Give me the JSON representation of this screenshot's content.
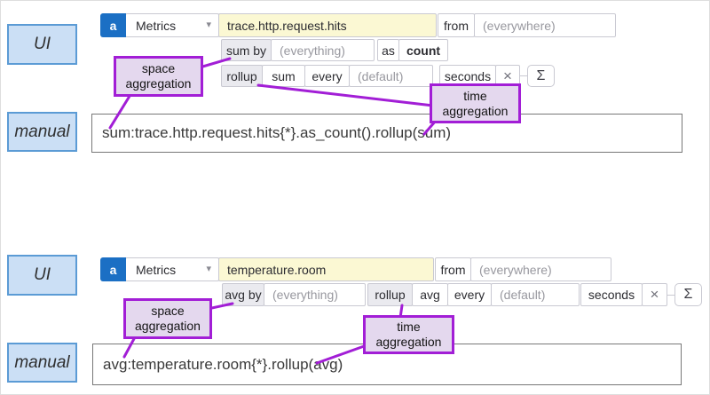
{
  "colors": {
    "accent_blue": "#1b6fc4",
    "diagram_label_fill": "#cbdff5",
    "diagram_label_border": "#5b9bd5",
    "metric_field_yellow": "#fbf8d3",
    "annotation_fill": "#e4d8ee",
    "annotation_purple": "#a21ed6",
    "token_gray": "#eaeaef",
    "placeholder_gray": "#98989f"
  },
  "icons": {
    "caret_down": "▾",
    "close": "×",
    "sigma": "Σ"
  },
  "sections": {
    "top": {
      "ui_label": "UI",
      "manual_label": "manual",
      "builder": {
        "scope_letter": "a",
        "source_label": "Metrics",
        "metric_value": "trace.http.request.hits",
        "from_label": "from",
        "from_placeholder": "(everywhere)",
        "space_agg_fn": "sum by",
        "space_agg_placeholder": "(everything)",
        "as_label": "as",
        "as_value": "count",
        "rollup_label": "rollup",
        "rollup_fn": "sum",
        "every_label": "every",
        "every_placeholder": "(default)",
        "unit_value": "seconds"
      },
      "annotations": {
        "space": "space aggregation",
        "time": "time aggregation"
      },
      "manual_query": "sum:trace.http.request.hits{*}.as_count().rollup(sum)"
    },
    "bottom": {
      "ui_label": "UI",
      "manual_label": "manual",
      "builder": {
        "scope_letter": "a",
        "source_label": "Metrics",
        "metric_value": "temperature.room",
        "from_label": "from",
        "from_placeholder": "(everywhere)",
        "space_agg_fn": "avg by",
        "space_agg_placeholder": "(everything)",
        "rollup_label": "rollup",
        "rollup_fn": "avg",
        "every_label": "every",
        "every_placeholder": "(default)",
        "unit_value": "seconds"
      },
      "annotations": {
        "space": "space aggregation",
        "time": "time aggregation"
      },
      "manual_query": "avg:temperature.room{*}.rollup(avg)"
    }
  }
}
